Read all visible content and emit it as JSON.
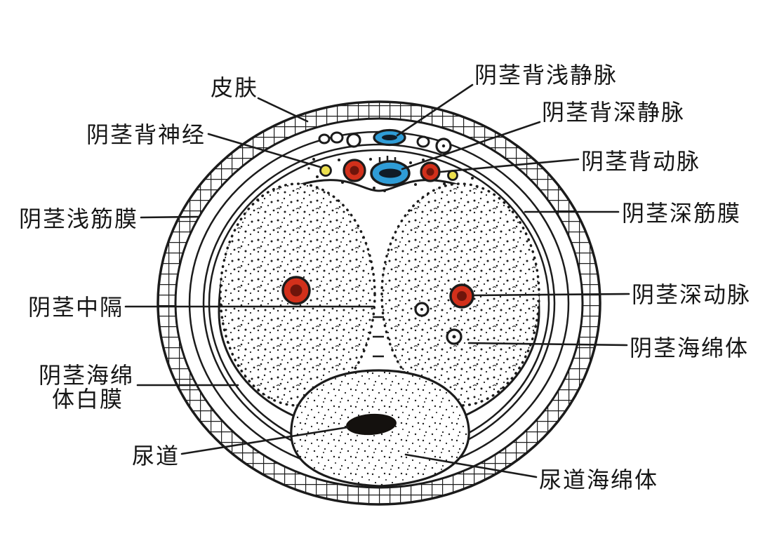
{
  "colors": {
    "ink": "#1b1b1b",
    "background": "#ffffff",
    "artery_red": "#d2301b",
    "artery_core": "#6e150b",
    "vein_blue": "#2f9cd6",
    "vein_core": "#101c27",
    "nerve_yellow": "#ecdf4e"
  },
  "labels": [
    {
      "id": "skin",
      "text": "皮肤"
    },
    {
      "id": "dorsal-nerve-of-penis",
      "text": "阴茎背神经"
    },
    {
      "id": "superficial-dorsal-vein-of-penis",
      "text": "阴茎背浅静脉"
    },
    {
      "id": "deep-dorsal-vein-of-penis",
      "text": "阴茎背深静脉"
    },
    {
      "id": "dorsal-artery-of-penis",
      "text": "阴茎背动脉"
    },
    {
      "id": "superficial-fascia-of-penis",
      "text": "阴茎浅筋膜"
    },
    {
      "id": "septum-of-penis",
      "text": "阴茎中隔"
    },
    {
      "id": "tunica-albuginea-of-corpus-cavernosum",
      "lines": [
        "阴茎海绵",
        "体白膜"
      ]
    },
    {
      "id": "urethra",
      "text": "尿道"
    },
    {
      "id": "deep-fascia-of-penis",
      "text": "阴茎深筋膜"
    },
    {
      "id": "deep-artery-of-penis",
      "text": "阴茎深动脉"
    },
    {
      "id": "corpus-cavernosum-of-penis",
      "text": "阴茎海绵体"
    },
    {
      "id": "corpus-spongiosum-of-urethra",
      "text": "尿道海绵体"
    }
  ]
}
